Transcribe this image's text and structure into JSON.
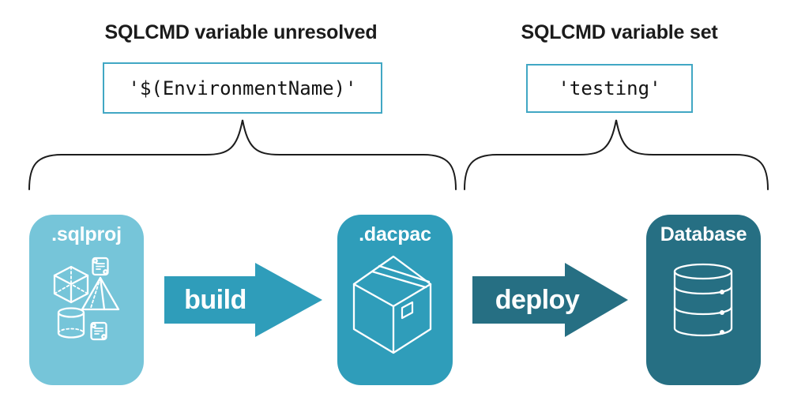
{
  "annotations": {
    "unresolved": {
      "heading": "SQLCMD variable unresolved",
      "code": "'$(EnvironmentName)'"
    },
    "set": {
      "heading": "SQLCMD variable set",
      "code": "'testing'"
    }
  },
  "pipeline": {
    "stages": [
      {
        "label": ".sqlproj",
        "icon": "sql-project-objects-icon"
      },
      {
        "label": ".dacpac",
        "icon": "package-box-icon"
      },
      {
        "label": "Database",
        "icon": "database-cylinder-icon"
      }
    ],
    "transitions": [
      {
        "label": "build"
      },
      {
        "label": "deploy"
      }
    ]
  },
  "colors": {
    "background": "#ffffff",
    "heading_text": "#1b1b1b",
    "code_text": "#141414",
    "code_box_border": "#41a7c4",
    "brace_stroke": "#1c1c1c",
    "sqlproj_card": "#76c5d9",
    "dacpac_card": "#2f9dba",
    "database_card": "#266f83",
    "build_arrow": "#2f9dba",
    "deploy_arrow": "#266f83",
    "card_text": "#ffffff",
    "icon_stroke": "#ffffff"
  }
}
